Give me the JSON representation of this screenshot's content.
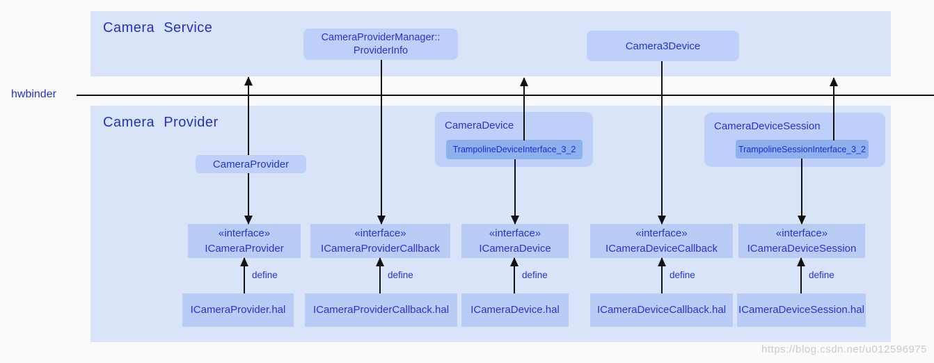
{
  "colors": {
    "section_fill": "#d9e4f8",
    "node_fill": "#bed0fa",
    "trampoline_fill": "#8db1ee",
    "box_fill": "#b9ccf5",
    "text_blue": "#2633d6",
    "line_black": "#111111",
    "watermark_gray": "#cbcbcb"
  },
  "hwbinder": {
    "label": "hwbinder"
  },
  "service": {
    "title": "Camera Service",
    "provider_info_line1": "CameraProviderManager::",
    "provider_info_line2": "ProviderInfo",
    "camera3device": "Camera3Device"
  },
  "provider": {
    "title": "Camera Provider",
    "camera_provider": "CameraProvider",
    "camera_device_title": "CameraDevice",
    "trampoline_device": "TrampolineDeviceInterface_3_2",
    "camera_device_session_title": "CameraDeviceSession",
    "trampoline_session": "TrampolineSessionInterface_3_2",
    "stereotype": "«interface»",
    "interfaces": [
      "ICameraProvider",
      "ICameraProviderCallback",
      "ICameraDevice",
      "ICameraDeviceCallback",
      "ICameraDeviceSession"
    ],
    "hal_files": [
      "ICameraProvider.hal",
      "ICameraProviderCallback.hal",
      "ICameraDevice.hal",
      "ICameraDeviceCallback.hal",
      "ICameraDeviceSession.hal"
    ],
    "define_label": "define"
  },
  "watermark": "https://blog.csdn.net/u012596975"
}
